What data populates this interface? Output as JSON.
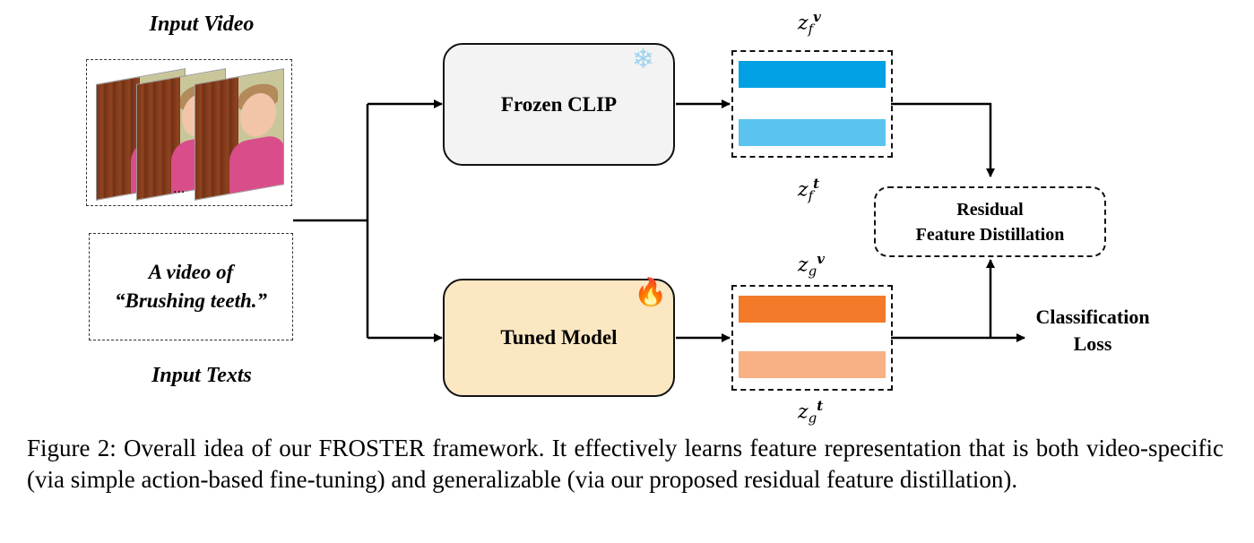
{
  "input_video": {
    "label": "Input Video",
    "ellipsis": "..."
  },
  "input_texts": {
    "label": "Input Texts",
    "line1": "A video of",
    "line2": "“Brushing teeth.”"
  },
  "frozen_clip": {
    "label": "Frozen CLIP",
    "icon": "snowflake-icon",
    "glyph": "❄",
    "color": "#9ad4f0"
  },
  "tuned_model": {
    "label": "Tuned Model",
    "icon": "fire-icon",
    "glyph": "🔥",
    "color": "#e8601c"
  },
  "features_frozen": {
    "top_var": "z",
    "top_sub": "f",
    "top_sup": "v",
    "bottom_var": "z",
    "bottom_sub": "f",
    "bottom_sup": "t",
    "bar_color_1": "#00a0e3",
    "bar_color_2": "#5bc3ef"
  },
  "features_tuned": {
    "top_var": "z",
    "top_sub": "g",
    "top_sup": "v",
    "bottom_var": "z",
    "bottom_sub": "g",
    "bottom_sup": "t",
    "bar_color_1": "#f27a28",
    "bar_color_2": "#f8b184"
  },
  "residual": {
    "line1": "Residual",
    "line2": "Feature Distillation"
  },
  "classification": {
    "line1": "Classification",
    "line2": "Loss"
  },
  "colors": {
    "frozen_fill": "#f3f3f3",
    "tuned_fill": "#fbe7c2"
  },
  "caption": "Figure 2: Overall idea of our FROSTER framework. It effectively learns feature representation that is both video-specific (via simple action-based fine-tuning) and generalizable (via our proposed residual feature distillation)."
}
